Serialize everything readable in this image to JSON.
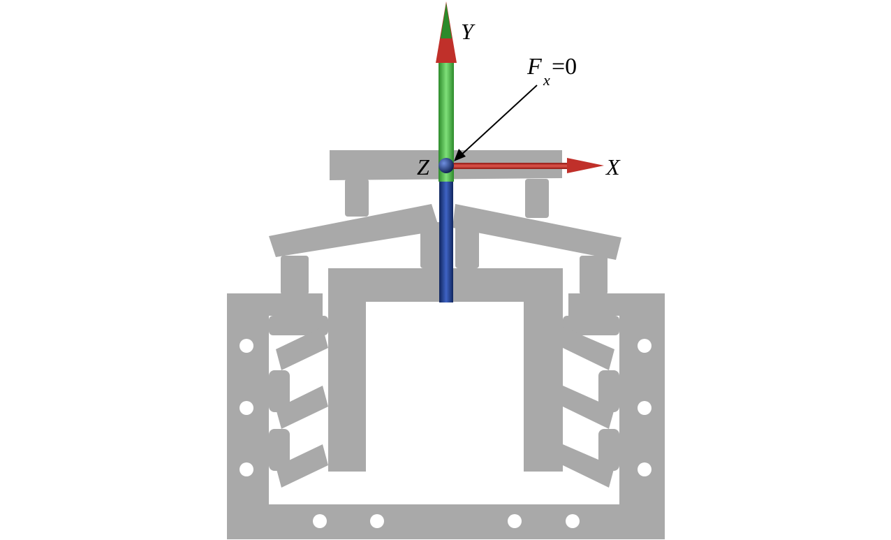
{
  "axes": {
    "x_label": "X",
    "y_label": "Y",
    "z_label": "Z"
  },
  "annotation": {
    "force_symbol": "F",
    "force_subscript": "x",
    "force_value": "=0"
  },
  "colors": {
    "mechanism": "#a9a9a9",
    "x_axis": "#c0302a",
    "y_axis": "#3fae3a",
    "z_axis": "#1b3a8c",
    "background": "#ffffff"
  }
}
